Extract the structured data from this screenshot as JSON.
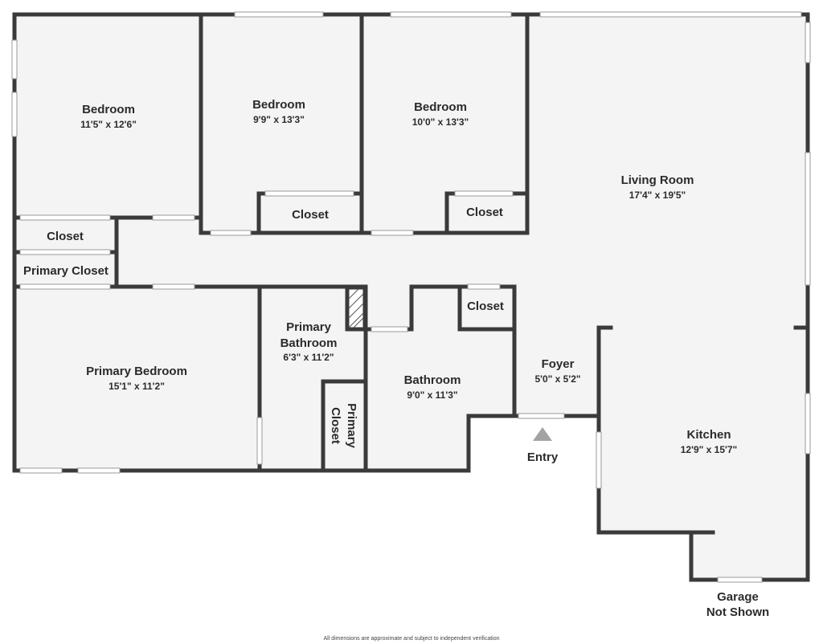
{
  "rooms": {
    "bedroom_1": {
      "name": "Bedroom",
      "dim": "11'5\" x 12'6\""
    },
    "bedroom_2": {
      "name": "Bedroom",
      "dim": "9'9\" x 13'3\""
    },
    "bedroom_3": {
      "name": "Bedroom",
      "dim": "10'0\" x 13'3\""
    },
    "living_room": {
      "name": "Living Room",
      "dim": "17'4\" x 19'5\""
    },
    "closet_1": {
      "name": "Closet"
    },
    "closet_2": {
      "name": "Closet"
    },
    "closet_3": {
      "name": "Closet"
    },
    "closet_4": {
      "name": "Closet"
    },
    "primary_closet_top": {
      "name": "Primary Closet"
    },
    "primary_bedroom": {
      "name": "Primary Bedroom",
      "dim": "15'1\" x 11'2\""
    },
    "primary_bathroom": {
      "name_line1": "Primary",
      "name_line2": "Bathroom",
      "dim": "6'3\" x 11'2\""
    },
    "primary_closet_vertical": {
      "name_line1": "Primary",
      "name_line2": "Closet"
    },
    "bathroom": {
      "name": "Bathroom",
      "dim": "9'0\" x 11'3\""
    },
    "foyer": {
      "name": "Foyer",
      "dim": "5'0\" x 5'2\""
    },
    "kitchen": {
      "name": "Kitchen",
      "dim": "12'9\" x 15'7\""
    }
  },
  "entry": {
    "label": "Entry"
  },
  "garage": {
    "line1": "Garage",
    "line2": "Not Shown"
  },
  "disclaimer": "All dimensions are approximate and subject to independent verification",
  "colors": {
    "floor": "#f4f4f4",
    "wall": "#3a3a3a",
    "text": "#2b2b2b",
    "entry_arrow": "#a3a3a3"
  }
}
